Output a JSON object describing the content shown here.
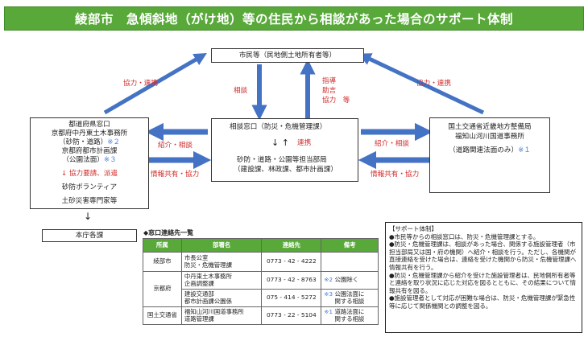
{
  "title": "綾部市　急傾斜地（がけ地）等の住民から相談があった場合のサポート体制",
  "residents": "市民等（民地側土地所有者等）",
  "center": {
    "line1": "相談窓口（防災・危機管理課）",
    "arrows": "↓ ↑",
    "renkei": "連携",
    "line2": "砂防・道路・公園等担当部局",
    "line3": "（建設課、林政課、都市計画課）"
  },
  "left": {
    "l1": "都道府県窓口",
    "l2": "京都府中丹東土木事務所",
    "l3": "（砂防・道路）",
    "l3note": "※２",
    "l4": "京都府都市計画課",
    "l5": "（公園法面）",
    "l5note": "※３",
    "l6": "↓ 協力要請、派遣",
    "l7": "砂防ボランティア",
    "l8": "土砂災害専門家等"
  },
  "right": {
    "l1": "国土交通省近畿地方整備局",
    "l2": "福知山河川国道事務所",
    "l3": "（道路関連法面のみ）",
    "l3note": "※１"
  },
  "honsha": "本庁各課",
  "down_arrow": "↓",
  "arrow_labels": {
    "kyoryoku_left": "協力・連携",
    "kyoryoku_right": "協力・連携",
    "soudan": "相談",
    "shidou1": "指導",
    "shidou2": "助言",
    "shidou3": "協力　等",
    "shokai_left": "紹介・相談",
    "johokyoyu_left": "情報共有・協力",
    "shokai_right": "紹介・相談",
    "johokyoyu_right": "情報共有・協力"
  },
  "contact_table": {
    "heading": "◆窓口連絡先一覧",
    "headers": [
      "所属",
      "部署名",
      "連絡先",
      "備考"
    ],
    "rows": [
      {
        "org": "綾部市",
        "dept": "市長公室\n防災・危機管理課",
        "tel": "0773 - 42 - 4222",
        "note_mark": "",
        "note": ""
      },
      {
        "org": "京都府",
        "dept": "中丹東土木事務所\n企画調整課",
        "tel": "0773 - 42 - 8763",
        "note_mark": "※2",
        "note": "公園除く"
      },
      {
        "org": "",
        "dept": "建設交通部\n都市計画課公園係",
        "tel": "075 - 414 - 5272",
        "note_mark": "※3",
        "note": "公園法面に\n関する相談"
      },
      {
        "org": "国土交通省",
        "dept": "福知山河川国道事務所\n道路管理課",
        "tel": "0773 - 22 - 5104",
        "note_mark": "※1",
        "note": "道路法面に\n関する相談"
      }
    ]
  },
  "support": {
    "heading": "【サポート体制】",
    "items": [
      "●市民等からの相談窓口は、防災・危機管理課とする。",
      "●防災・危機管理課は、相談があった場合、関係する施設管理者（市担当部局又は国・府の機関）へ紹介・相談を行う。ただし、各機関が直接連絡を受けた場合は、連絡を受けた機関から防災・危機管理課へ情報共有を行う。",
      "●防災・危機管理課から紹介を受けた施設管理者は、民地側所有者等と連絡を取り状況に応じた対応を図るとともに、その結果について情報共有を図る。",
      "●施設管理者として対応が困難な場合は、防災・危機管理課が緊急性等に応じて関係機関との調整を図る。"
    ]
  },
  "colors": {
    "banner": "#58a93a",
    "arrow": "#4472c4",
    "red_text": "#d12b2b",
    "blue_note": "#4a7ed6"
  }
}
